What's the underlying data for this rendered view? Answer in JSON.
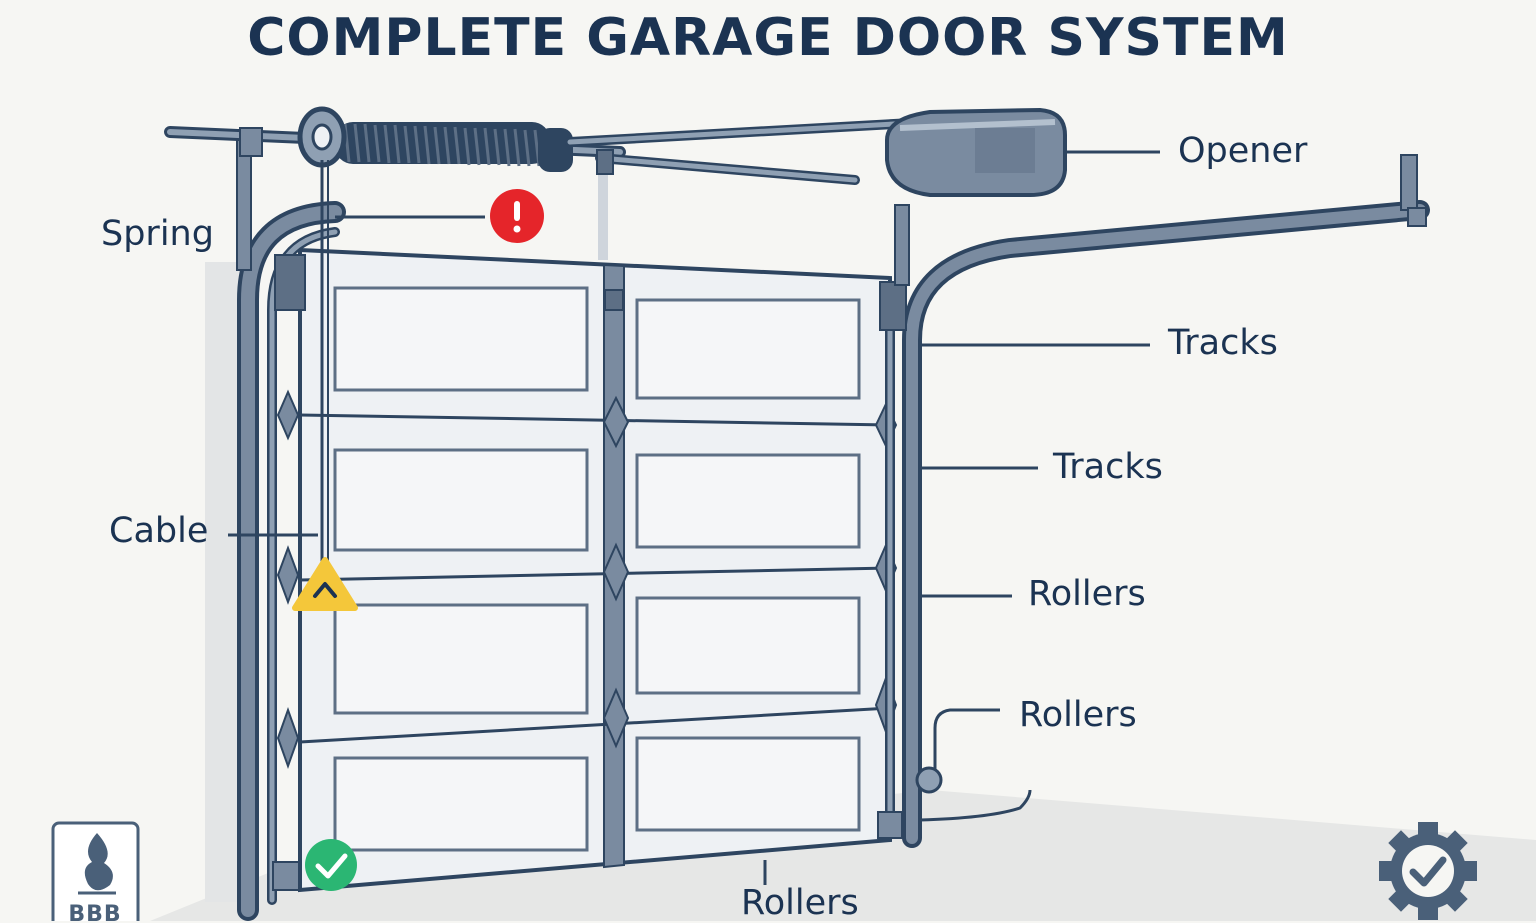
{
  "title": "COMPLETE GARAGE DOOR SYSTEM",
  "labels": {
    "spring": "Spring",
    "opener": "Opener",
    "tracks_upper": "Tracks",
    "tracks_lower": "Tracks",
    "cable": "Cable",
    "rollers_right_upper": "Rollers",
    "rollers_right_lower": "Rollers",
    "rollers_bottom": "Rollers"
  },
  "badges": {
    "bbb_text": "BBB"
  },
  "colors": {
    "ink": "#1b3352",
    "steel": "#6a7d92",
    "panel": "#eef1f4",
    "alert_red": "#e5252a",
    "warning_yellow": "#f4c73a",
    "ok_green": "#2bb673",
    "background": "#f6f6f3"
  },
  "icons": {
    "alert": "exclamation-circle-icon",
    "warning": "warning-triangle-icon",
    "ok": "check-circle-icon",
    "gear": "gear-check-icon",
    "bbb": "bbb-logo-icon"
  }
}
